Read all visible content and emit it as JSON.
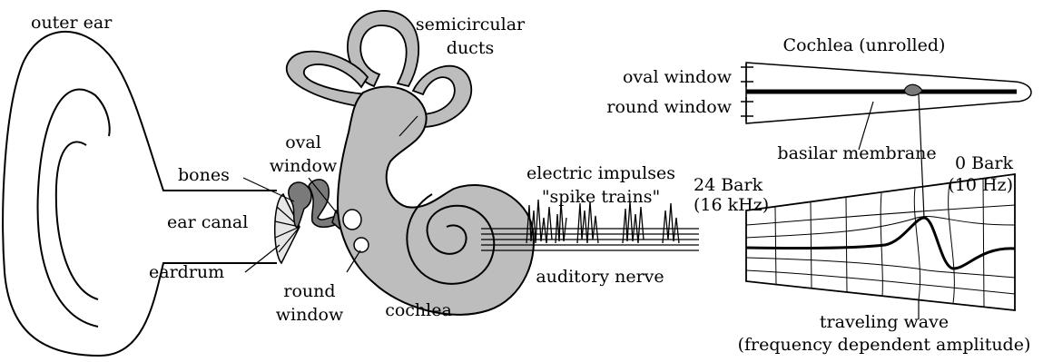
{
  "labels": {
    "outer_ear": "outer ear",
    "bones": "bones",
    "ear_canal": "ear canal",
    "eardrum": "eardrum",
    "oval_window_1": "oval",
    "oval_window_2": "window",
    "semicircular_1": "semicircular",
    "semicircular_2": "ducts",
    "round_window_1": "round",
    "round_window_2": "window",
    "cochlea": "cochlea",
    "electric_1": "electric impulses",
    "electric_2": "\"spike trains\"",
    "auditory_nerve": "auditory nerve",
    "cochlea_unrolled": "Cochlea (unrolled)",
    "oval_window_right": "oval window",
    "round_window_right": "round window",
    "basilar_membrane": "basilar membrane",
    "bark_24": "24 Bark",
    "bark_24_freq_open": "(16 ",
    "bark_24_freq_unit": "kHz",
    "bark_24_freq_close": ")",
    "bark_0": "0 Bark",
    "bark_0_freq_open": "(10 ",
    "bark_0_freq_unit": "Hz",
    "bark_0_freq_close": ")",
    "traveling_wave": "traveling wave",
    "traveling_wave_sub": "(frequency dependent amplitude)"
  },
  "colors": {
    "organ_fill": "#bdbdbd",
    "bone_fill": "#7a7a7a",
    "line": "#000000",
    "background": "#ffffff"
  }
}
